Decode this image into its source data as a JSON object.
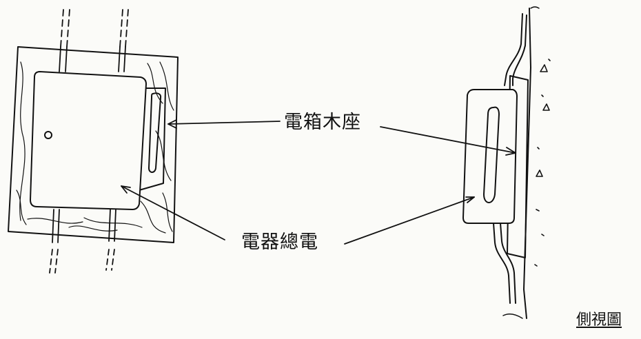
{
  "labels": {
    "box_base": "電箱木座",
    "electrical_panel": "電器總電",
    "side_view": "側視圖"
  },
  "colors": {
    "ink": "#111111",
    "paper": "#fbfbf8"
  }
}
